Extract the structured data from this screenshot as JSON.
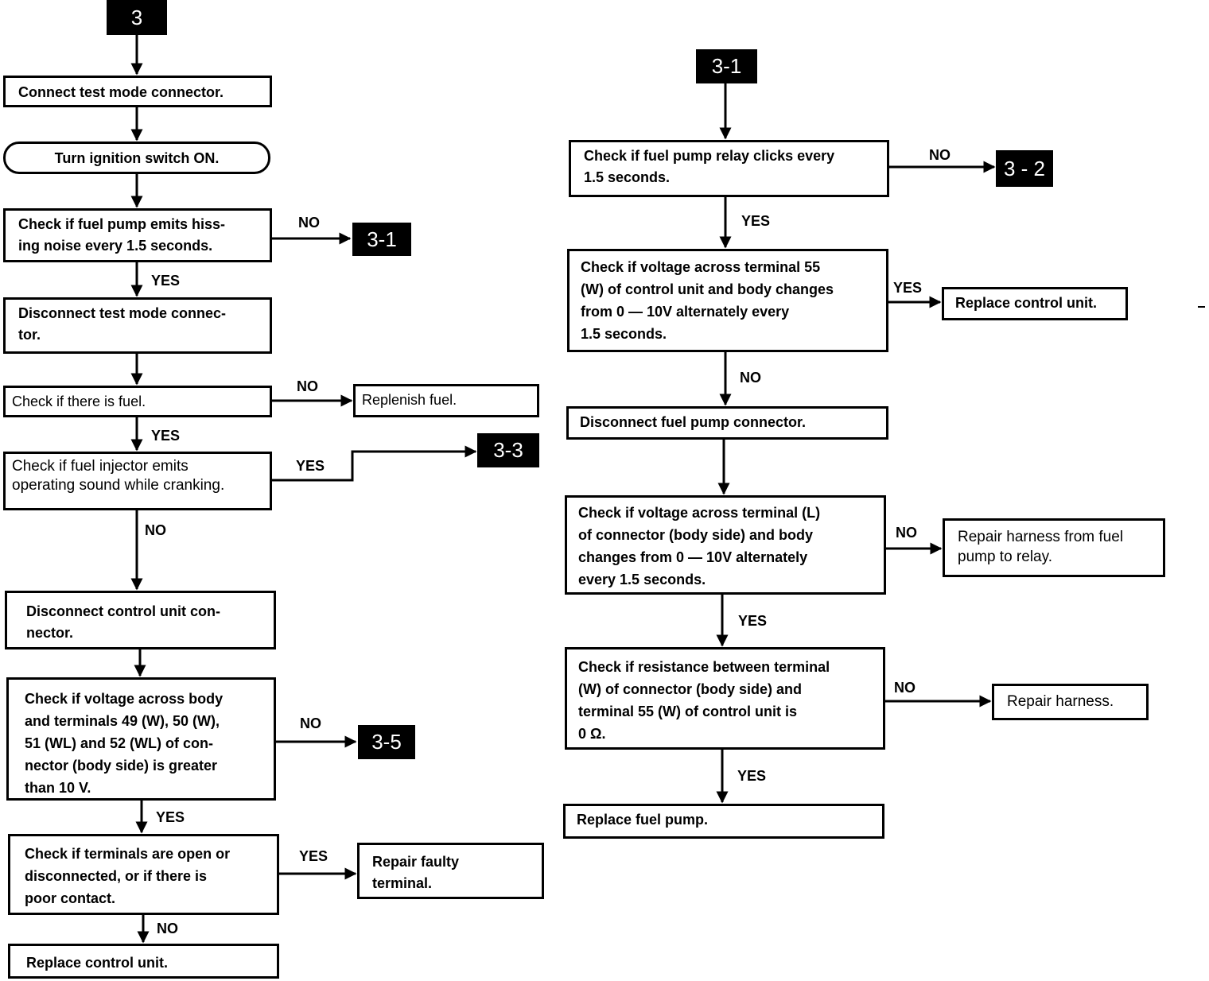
{
  "flowchart": {
    "left": {
      "start_tag": "3",
      "steps": {
        "connect_test_mode": "Connect test mode connector.",
        "turn_ignition_on": "Turn ignition switch ON.",
        "check_hissing_noise": "Check if fuel pump emits hiss-\ning noise every 1.5 seconds.",
        "disconnect_test_mode": "Disconnect test mode connec-\ntor.",
        "check_fuel": "Check if there is fuel.",
        "replenish_fuel": "Replenish fuel.",
        "check_injector_sound": "Check if fuel injector emits\noperating sound while cranking.",
        "disconnect_control_unit": "Disconnect control unit con-\nnector.",
        "check_voltage_terminals": "Check if voltage across body\nand terminals 49 (W), 50 (W),\n51 (WL) and 52 (WL) of con-\nnector (body side) is greater\nthan 10 V.",
        "check_terminals_open": "Check if terminals are open or\ndisconnected, or if there is\npoor contact.",
        "repair_faulty_terminal": "Repair faulty\nterminal.",
        "replace_control_unit": "Replace control unit."
      },
      "tags": {
        "t31": "3-1",
        "t33": "3-3",
        "t35": "3-5"
      }
    },
    "right": {
      "start_tag": "3-1",
      "steps": {
        "check_relay_clicks": "Check if fuel pump relay clicks every\n1.5 seconds.",
        "check_voltage_terminal55": "Check if voltage across terminal 55\n(W) of control unit and body changes\nfrom 0 — 10V alternately every\n1.5 seconds.",
        "replace_control_unit": "Replace control unit.",
        "disconnect_fuel_pump": "Disconnect fuel pump connector.",
        "check_voltage_terminal_l": "Check if voltage across terminal (L)\nof connector (body side) and body\nchanges from 0 — 10V alternately\nevery 1.5 seconds.",
        "repair_harness_fuel_pump": "Repair harness from fuel\n    pump to relay.",
        "check_resistance": "Check if resistance between terminal\n(W) of connector (body side) and\nterminal 55 (W) of control unit is\n0 Ω.",
        "repair_harness": "Repair harness.",
        "replace_fuel_pump": "Replace fuel pump."
      },
      "tags": {
        "t32": "3 - 2"
      }
    },
    "labels": {
      "yes": "YES",
      "no": "NO"
    }
  }
}
